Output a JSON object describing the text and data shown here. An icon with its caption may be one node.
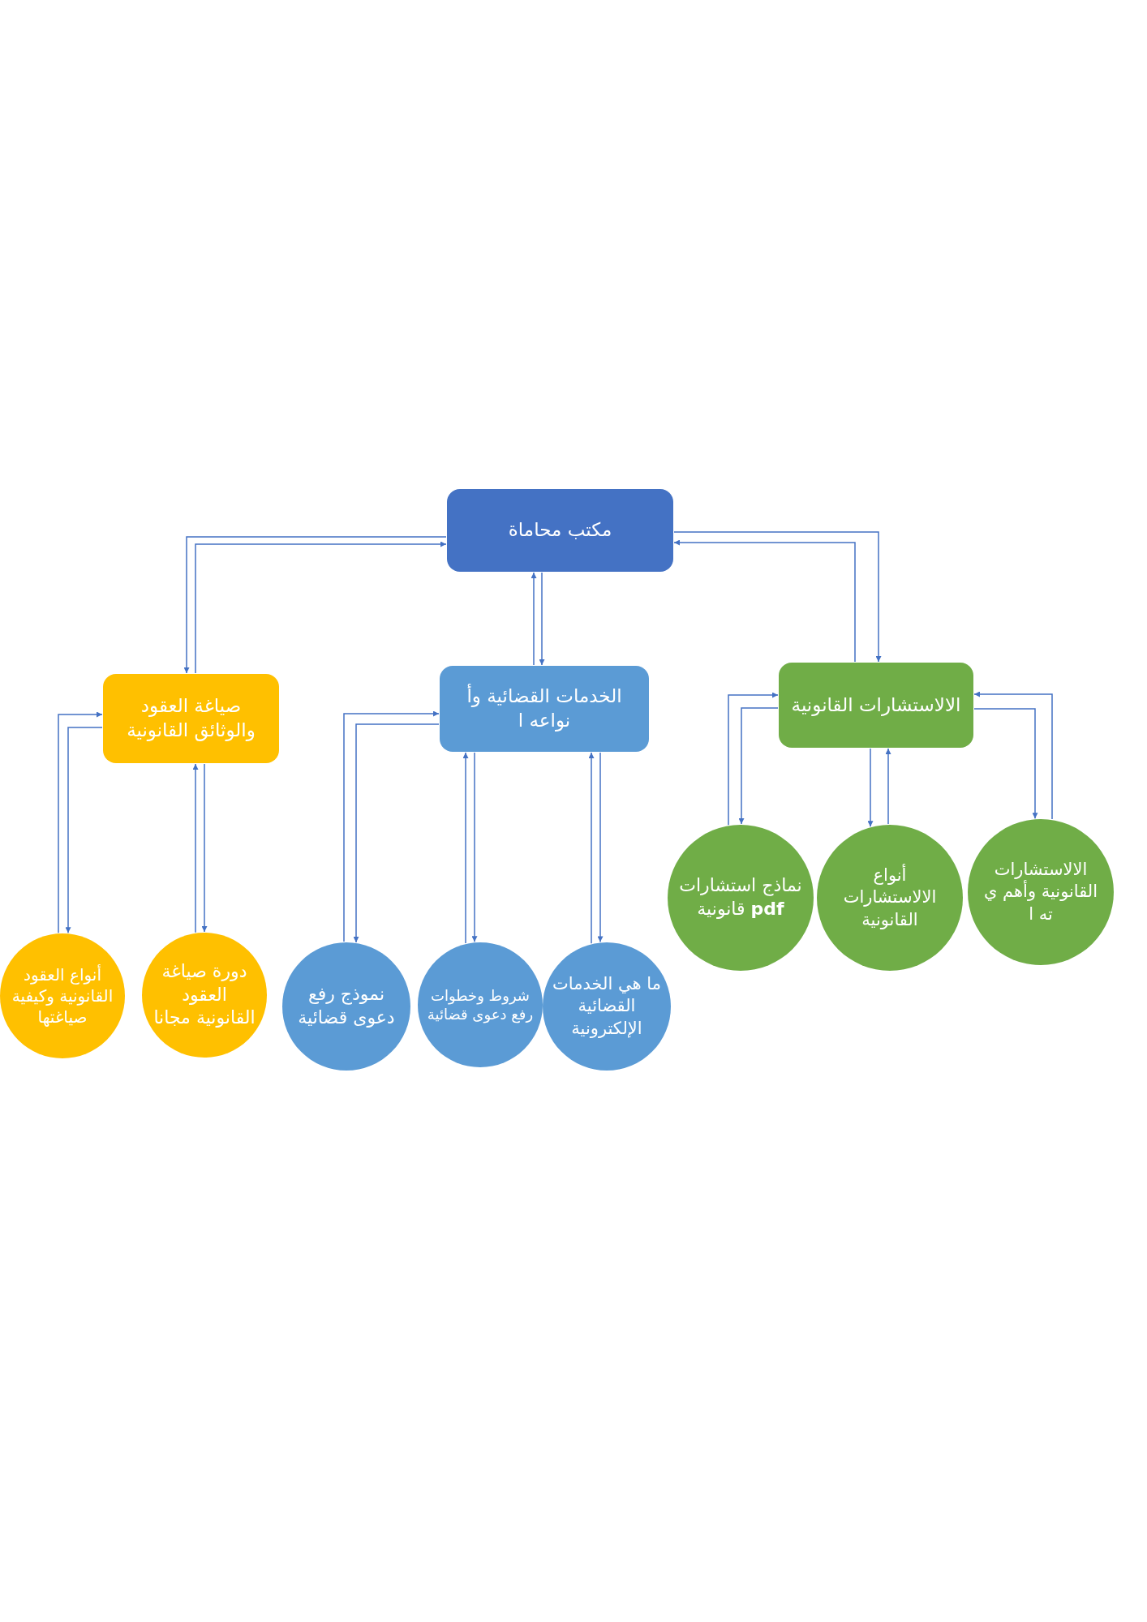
{
  "diagram": {
    "nodes": [
      {
        "text": [
          "مكتب محاماة"
        ]
      },
      {
        "text": [
          "صياغة العقود والوثائق القانونية"
        ]
      },
      {
        "text": [
          "الخدمات القضائية وأ نواعه ا"
        ]
      },
      {
        "text": [
          "الالاستشارات القانونية"
        ]
      },
      {
        "text": [
          "أنواع العقود القانونية وكيفية صياغتها"
        ]
      },
      {
        "text": [
          "دورة صياغة العقود القانونية مجانا"
        ]
      },
      {
        "text": [
          "نموذج رفع دعوى قضائية"
        ]
      },
      {
        "text": [
          "شروط وخطوات رفع دعوى قضائية"
        ]
      },
      {
        "text": [
          "ما هي الخدمات القضائية الإلكترونية"
        ]
      },
      {
        "text": [
          "نماذج استشارات **pdf** قانونية"
        ]
      },
      {
        "text": [
          "أنواع الالاستشارات القانونية"
        ]
      },
      {
        "text": [
          "الالاستشارات القانونية وأهم ي ته ا"
        ]
      }
    ],
    "edges": [
      {
        "from": 0,
        "to": 1,
        "arrow": "to"
      },
      {
        "from": 1,
        "to": 0,
        "arrow": "to"
      },
      {
        "from": 0,
        "to": 2,
        "arrow": "to"
      },
      {
        "from": 2,
        "to": 0,
        "arrow": "to"
      },
      {
        "from": 0,
        "to": 3,
        "arrow": "to"
      },
      {
        "from": 3,
        "to": 0,
        "arrow": "to"
      },
      {
        "from": 4,
        "to": 1,
        "arrow": "to"
      },
      {
        "from": 1,
        "to": 4,
        "arrow": "to"
      },
      {
        "from": 5,
        "to": 1,
        "arrow": "to"
      },
      {
        "from": 1,
        "to": 5,
        "arrow": "to"
      },
      {
        "from": 6,
        "to": 2,
        "arrow": "to"
      },
      {
        "from": 2,
        "to": 6,
        "arrow": "to"
      },
      {
        "from": 7,
        "to": 2,
        "arrow": "to"
      },
      {
        "from": 2,
        "to": 7,
        "arrow": "to"
      },
      {
        "from": 8,
        "to": 2,
        "arrow": "to"
      },
      {
        "from": 2,
        "to": 8,
        "arrow": "to"
      },
      {
        "from": 9,
        "to": 3,
        "arrow": "to"
      },
      {
        "from": 3,
        "to": 9,
        "arrow": "to"
      },
      {
        "from": 3,
        "to": 10,
        "arrow": "to"
      },
      {
        "from": 10,
        "to": 3,
        "arrow": "to"
      },
      {
        "from": 3,
        "to": 11,
        "arrow": "to"
      },
      {
        "from": 11,
        "to": 3,
        "arrow": "to"
      }
    ]
  }
}
